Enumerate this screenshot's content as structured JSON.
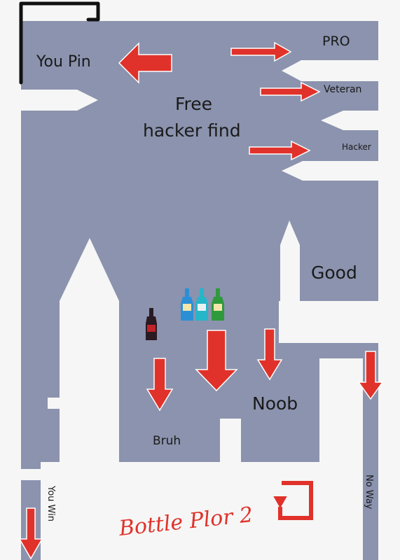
{
  "level": {
    "title": "Bottle Plor 2",
    "labels": {
      "you_pin": "You Pin",
      "pro": "PRO",
      "veteran": "Veteran",
      "free_hacker_find_1": "Free",
      "free_hacker_find_2": "hacker find",
      "hacker": "Hacker",
      "good": "Good",
      "noob": "Noob",
      "bruh": "Bruh",
      "you_win": "You Win",
      "no_way": "No Way"
    }
  },
  "colors": {
    "wall": "#f6f6f6",
    "floor": "#8b93ae",
    "arrow": "#e0322a",
    "arrow_outline": "#ffffff",
    "bottle_blue": "#2b8fd6",
    "bottle_cyan": "#27b5c9",
    "bottle_green": "#2e9a3c",
    "bottle_dark": "#2a1a22"
  },
  "icons": {
    "arrow": "red-arrow-icon",
    "restart": "restart-loop-icon",
    "bottle": "bottle-icon"
  }
}
